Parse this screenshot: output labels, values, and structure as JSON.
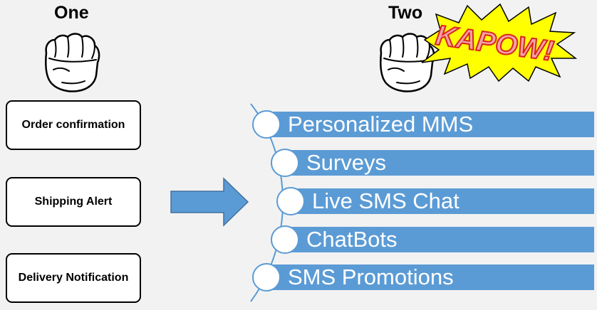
{
  "headings": {
    "one": "One",
    "two": "Two"
  },
  "kapow_text": "KAPOW!",
  "left_boxes": [
    "Order confirmation",
    "Shipping Alert",
    "Delivery Notification"
  ],
  "right_list": [
    "Personalized MMS",
    "Surveys",
    "Live SMS Chat",
    "ChatBots",
    "SMS Promotions"
  ],
  "colors": {
    "bar": "#5b9bd5",
    "kapow_burst": "#ffff00",
    "kapow_text": "#f4a3a8",
    "kapow_outline": "#d9261c"
  },
  "icons": [
    "fist-icon",
    "fist-icon",
    "kapow-burst-icon",
    "right-arrow-icon"
  ]
}
